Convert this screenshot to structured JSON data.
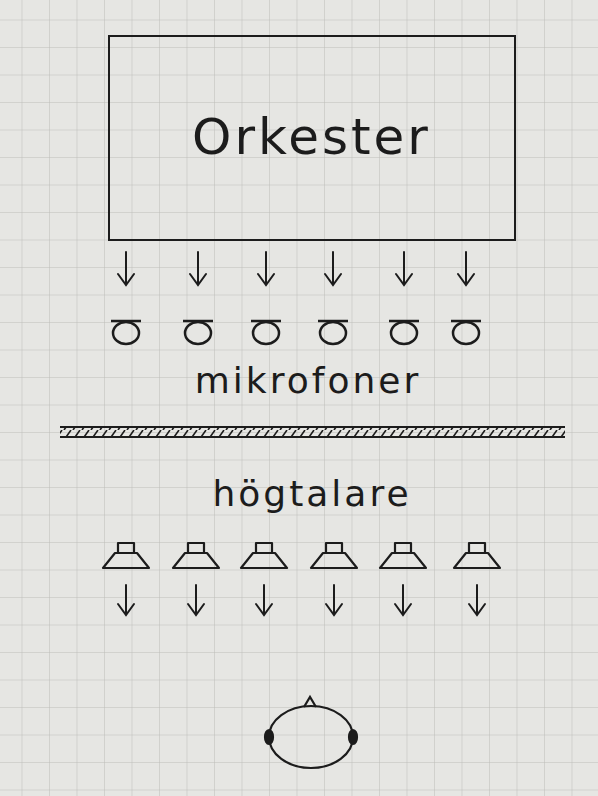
{
  "diagram": {
    "nodes": [
      {
        "text": [
          "Orkester"
        ]
      }
    ],
    "labels": [
      "mikrofoner",
      "högtalare"
    ]
  }
}
